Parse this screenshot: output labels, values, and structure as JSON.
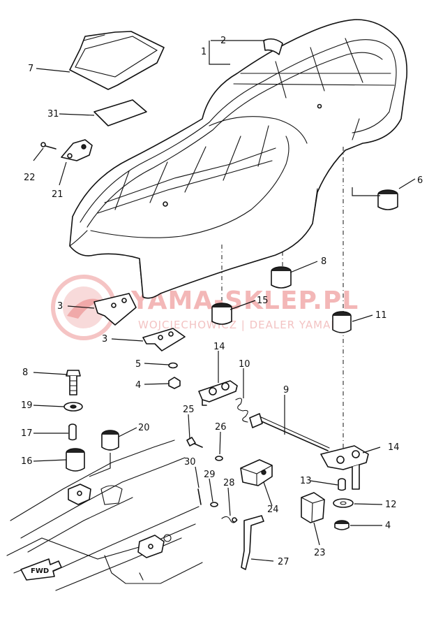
{
  "watermark": {
    "title": "YAMA-SKLEP.PL",
    "subtitle": "WOJCIECHOWICZ | DEALER YAMAHA"
  },
  "direction_marker": "FWD",
  "callouts": {
    "c1": "1",
    "c2": "2",
    "c3a": "3",
    "c3b": "3",
    "c4a": "4",
    "c4b": "4",
    "c5": "5",
    "c6": "6",
    "c7": "7",
    "c8a": "8",
    "c8b": "8",
    "c9": "9",
    "c10": "10",
    "c11": "11",
    "c12": "12",
    "c13": "13",
    "c14a": "14",
    "c14b": "14",
    "c15": "15",
    "c16": "16",
    "c17": "17",
    "c19": "19",
    "c20": "20",
    "c21": "21",
    "c22": "22",
    "c23": "23",
    "c24": "24",
    "c25": "25",
    "c26": "26",
    "c27": "27",
    "c28": "28",
    "c29": "29",
    "c30": "30",
    "c31": "31"
  }
}
